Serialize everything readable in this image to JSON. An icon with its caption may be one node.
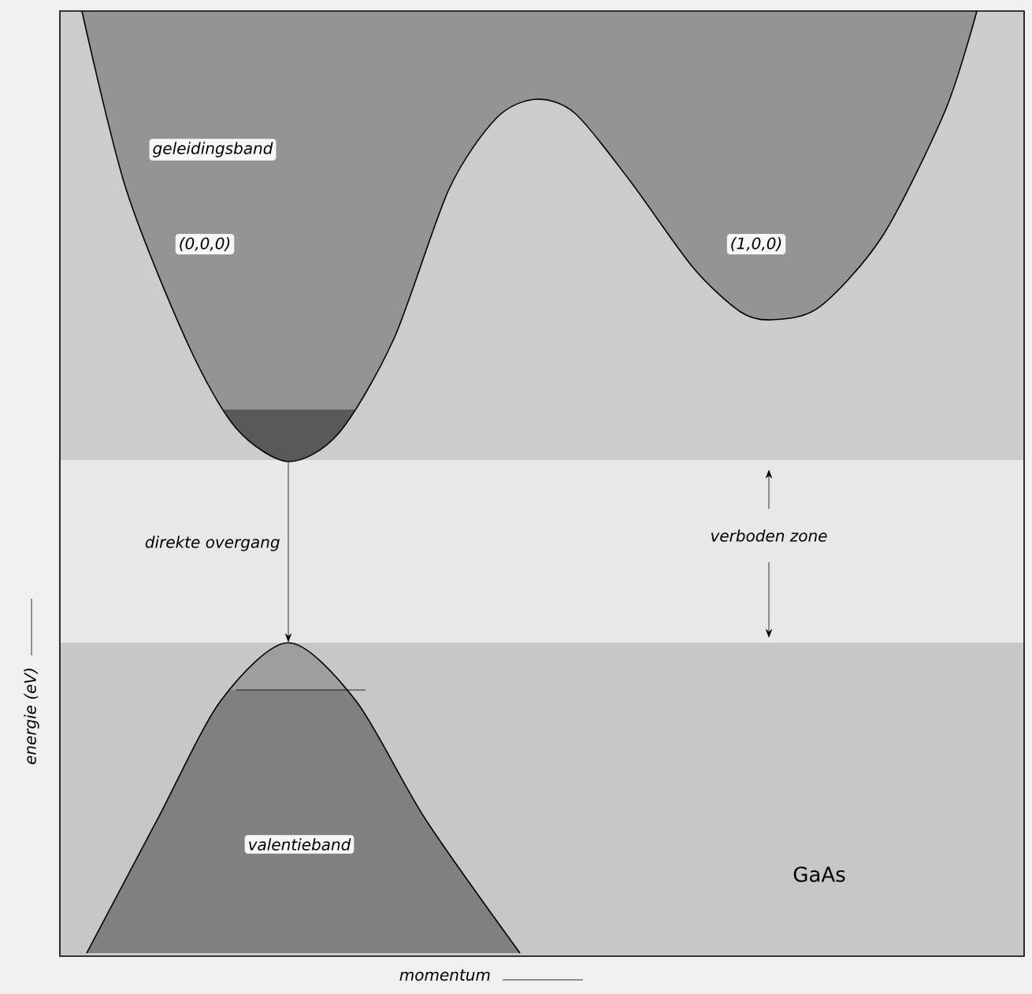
{
  "diagram": {
    "nodes": [
      {
        "text": [
          "geleidingsband",
          "(0,0,0)",
          "(1,0,0)"
        ]
      },
      {
        "text": [
          "valentieband"
        ]
      }
    ],
    "edges": [
      {
        "from": 0,
        "to": 1,
        "arrow": "to",
        "label": "direkte overgang"
      }
    ],
    "labels": [
      "verboden zone",
      "GaAs",
      "energie (eV)",
      "momentum"
    ]
  }
}
